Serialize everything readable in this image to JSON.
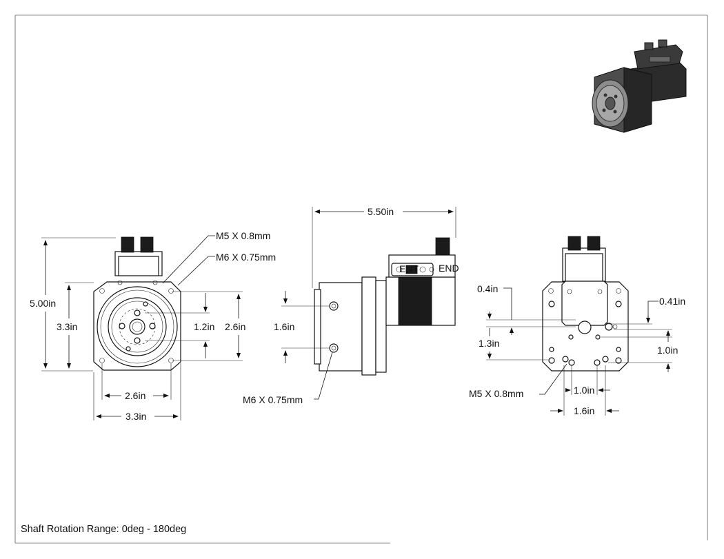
{
  "drawing": {
    "caption": "Shaft Rotation Range: 0deg - 180deg",
    "front_view": {
      "thread_top": "M5 X 0.8mm",
      "thread_bottom": "M6 X 0.75mm",
      "height_overall": "5.00in",
      "height_flange": "3.3in",
      "bolt_inner": "1.2in",
      "bolt_outer": "2.6in",
      "width_bolt": "2.6in",
      "width_flange": "3.3in"
    },
    "side_view": {
      "length": "5.50in",
      "hole_spacing": "1.6in",
      "thread": "M6 X 0.75mm",
      "label_ent": "ENT",
      "label_end": "END"
    },
    "back_view": {
      "dim_04": "0.4in",
      "dim_041": "0.41in",
      "dim_13": "1.3in",
      "dim_10_right": "1.0in",
      "thread": "M5 X 0.8mm",
      "dim_10_bottom": "1.0in",
      "dim_16_bottom": "1.6in"
    },
    "iso_view": {
      "icon": "motor-isometric-render"
    }
  }
}
